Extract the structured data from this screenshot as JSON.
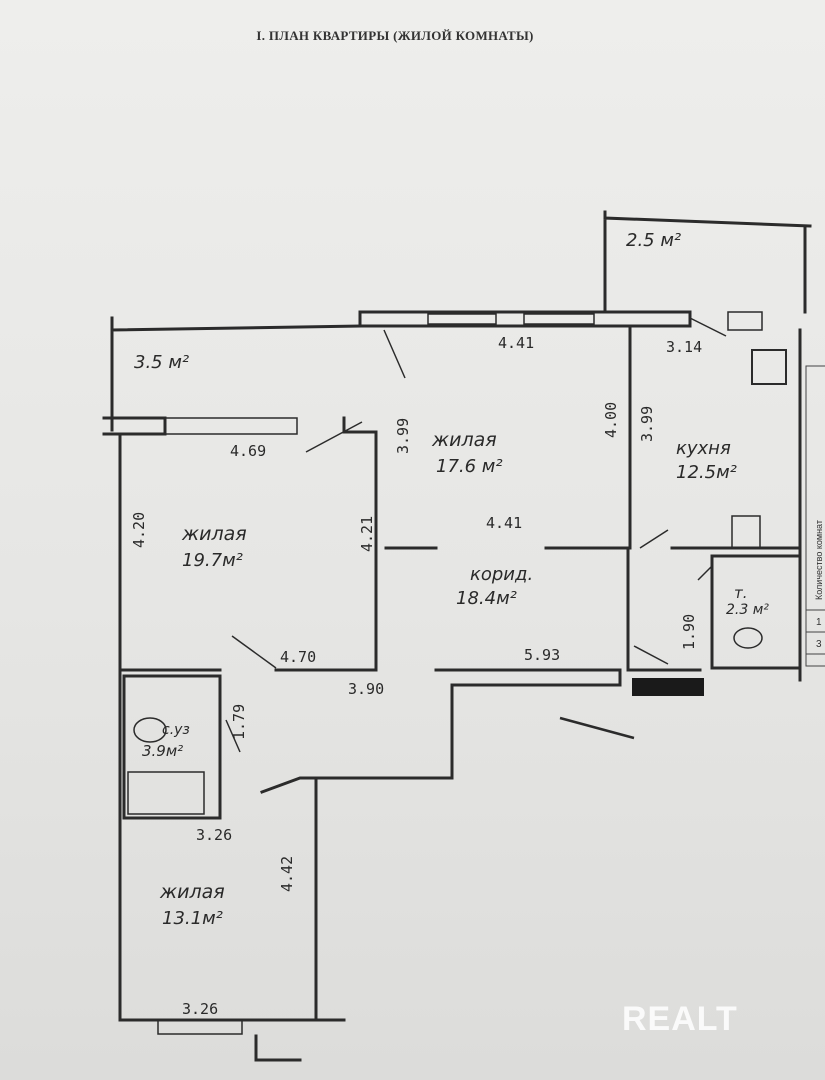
{
  "header": {
    "title": "I. ПЛАН КВАРТИРЫ (ЖИЛОЙ КОМНАТЫ)"
  },
  "rooms": {
    "balcony_left": {
      "area": "3.5 м²"
    },
    "balcony_right": {
      "area": "2.5 м²"
    },
    "living1": {
      "name": "жилая",
      "area": "19.7м²"
    },
    "living2": {
      "name": "жилая",
      "area": "17.6 м²"
    },
    "kitchen": {
      "name": "кухня",
      "area": "12.5м²"
    },
    "hall": {
      "name": "корид.",
      "area": "18.4м²"
    },
    "bath": {
      "name": "с.уз",
      "area": "3.9м²"
    },
    "toilet": {
      "name": "т.",
      "area": "2.3 м²"
    },
    "living3": {
      "name": "жилая",
      "area": "13.1м²"
    }
  },
  "dims": {
    "d469": "4.69",
    "d441a": "4.41",
    "d314": "3.14",
    "d420": "4.20",
    "d421": "4.21",
    "d399a": "3.99",
    "d400": "4.00",
    "d399b": "3.99",
    "d441b": "4.41",
    "d470": "4.70",
    "d593": "5.93",
    "d390": "3.90",
    "d179": "1.79",
    "d190": "1.90",
    "d326a": "3.26",
    "d442": "4.42",
    "d326b": "3.26"
  },
  "side": {
    "text": "Количество комнат",
    "n1": "1",
    "n3": "3"
  },
  "watermark": {
    "text": "REALT"
  }
}
